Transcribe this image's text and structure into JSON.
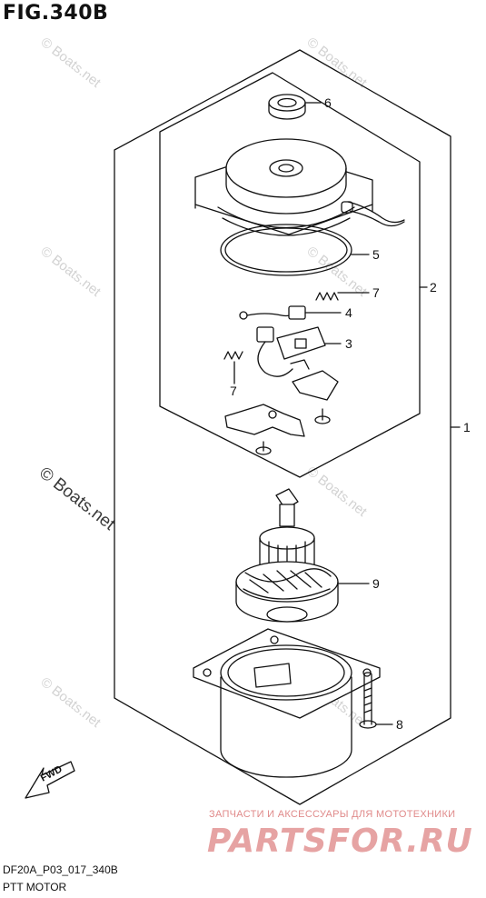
{
  "figure": {
    "title": "FIG.340B",
    "code": "DF20A_P03_017_340B",
    "caption": "PTT MOTOR"
  },
  "callouts": [
    {
      "id": "c1",
      "label": "1"
    },
    {
      "id": "c2",
      "label": "2"
    },
    {
      "id": "c3",
      "label": "3"
    },
    {
      "id": "c4",
      "label": "4"
    },
    {
      "id": "c5",
      "label": "5"
    },
    {
      "id": "c6",
      "label": "6"
    },
    {
      "id": "c7a",
      "label": "7"
    },
    {
      "id": "c7b",
      "label": "7"
    },
    {
      "id": "c8",
      "label": "8"
    },
    {
      "id": "c9",
      "label": "9"
    }
  ],
  "fwd_label": "FWD",
  "watermarks": {
    "text": "© Boats.net"
  },
  "shop": {
    "tagline": "ЗАПЧАСТИ И АКСЕССУАРЫ ДЛЯ МОТОТЕХНИКИ",
    "logo": "PARTSFOR.RU"
  },
  "colors": {
    "line": "#111111",
    "watermark": "#d2d2d2",
    "shop": "#e6a3a3"
  }
}
